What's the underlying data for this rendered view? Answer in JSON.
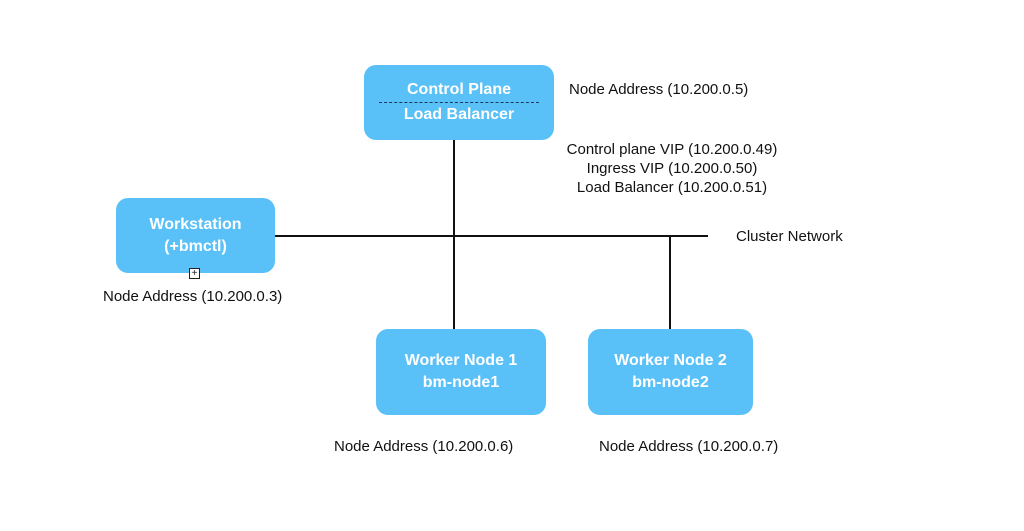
{
  "nodes": {
    "control_plane": {
      "title": "Control Plane",
      "subtitle": "Load Balancer",
      "address": "Node Address (10.200.0.5)"
    },
    "workstation": {
      "title": "Workstation",
      "subtitle": "(+bmctl)",
      "address": "Node Address (10.200.0.3)"
    },
    "worker1": {
      "title": "Worker Node 1",
      "subtitle": "bm-node1",
      "address": "Node Address (10.200.0.6)"
    },
    "worker2": {
      "title": "Worker Node 2",
      "subtitle": "bm-node2",
      "address": "Node Address (10.200.0.7)"
    }
  },
  "vips": [
    "Control plane VIP (10.200.0.49)",
    "Ingress VIP (10.200.0.50)",
    "Load Balancer (10.200.0.51)"
  ],
  "network": {
    "label": "Cluster Network"
  },
  "colors": {
    "node_fill": "#5ac1f8",
    "node_text": "#ffffff",
    "line": "#111111"
  },
  "icons": {
    "handle": "plus-square-icon"
  }
}
